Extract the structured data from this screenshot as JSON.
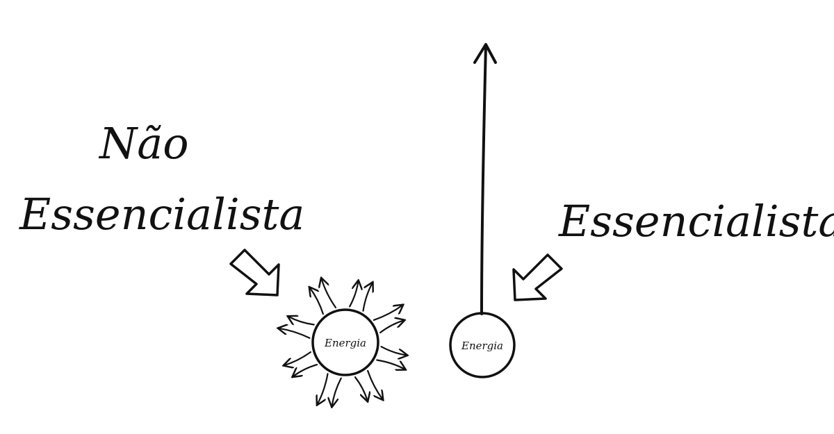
{
  "labels": {
    "nao": "Não",
    "nao_essencialista": "Essencialista",
    "essencialista": "Essencialista",
    "energy_left": "Energia",
    "energy_right": "Energia"
  },
  "colors": {
    "ink": "#111111",
    "background": "#ffffff"
  }
}
